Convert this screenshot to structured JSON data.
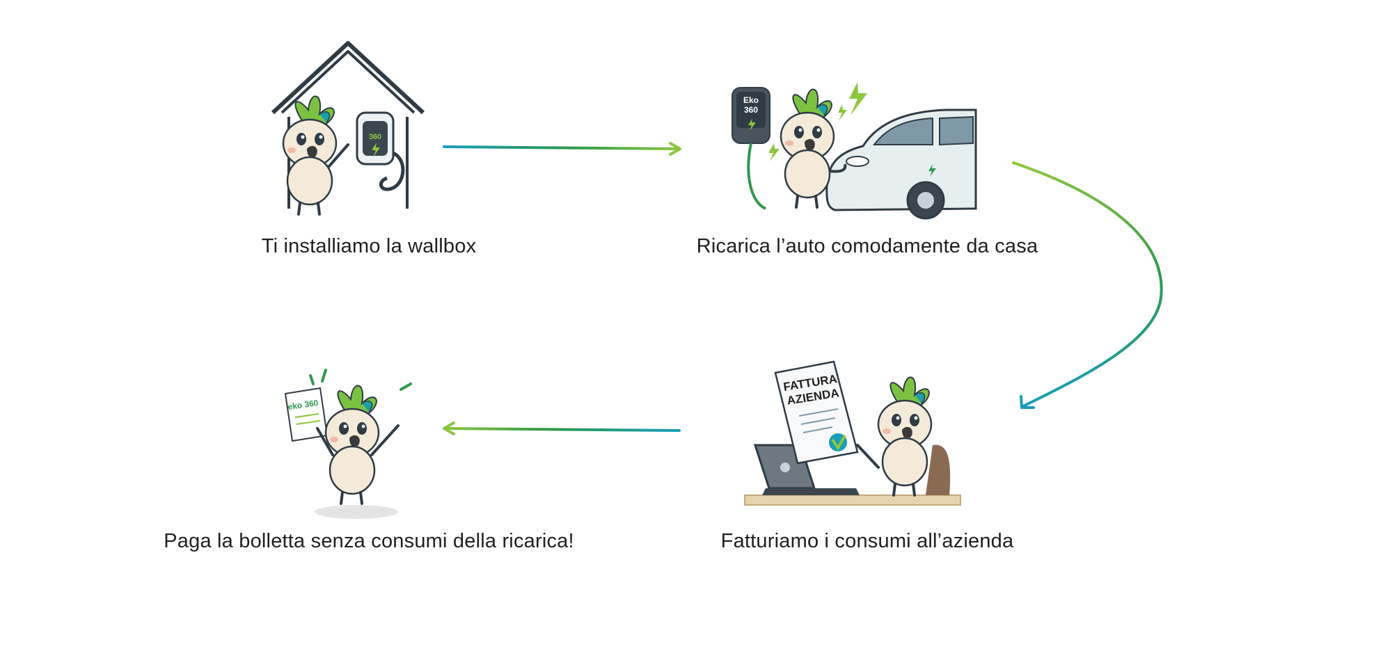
{
  "steps": [
    {
      "label": "Ti installiamo la wallbox",
      "icon": "house-wallbox-mascot-icon"
    },
    {
      "label": "Ricarica l’auto comodamente da casa",
      "icon": "ev-charging-mascot-icon"
    },
    {
      "label": "Fatturiamo i consumi all’azienda",
      "icon": "company-invoice-mascot-icon"
    },
    {
      "label": "Paga la bolletta senza consumi della ricarica!",
      "icon": "bill-mascot-icon"
    }
  ],
  "illustration_text": {
    "wallbox_badge": "360",
    "charger_badge_line1": "Eko",
    "charger_badge_line2": "360",
    "invoice_title_line1": "FATTURA",
    "invoice_title_line2": "AZIENDA",
    "bill_brand": "eko 360"
  },
  "colors": {
    "arrow_green": "#8cc63f",
    "arrow_teal": "#1a9dbb",
    "mascot_crest": "#7cc242",
    "mascot_body": "#f3ead9",
    "outline": "#2f3b45"
  }
}
